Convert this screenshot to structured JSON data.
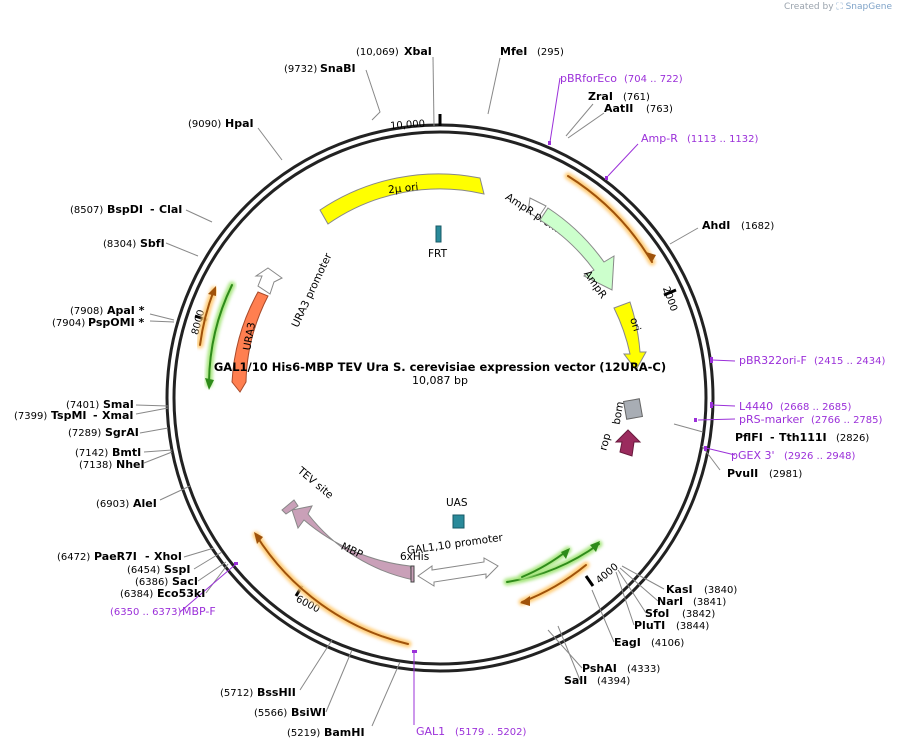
{
  "app": {
    "credit_prefix": "Created by",
    "credit_brand": "SnapGene"
  },
  "plasmid": {
    "title": "GAL1/10 His6-MBP TEV Ura S. cerevisiae expression vector (12URA-C)",
    "length_label": "10,087 bp",
    "ticks": [
      "2000",
      "4000",
      "6000",
      "8000",
      "10,000"
    ]
  },
  "colors": {
    "backbone": "#222222",
    "primer": "#9b30d9",
    "yellow_feature": "#ffff00",
    "ampr": "#ccffcc",
    "ura3": "#ff7f50",
    "mbp": "#c9a0b8",
    "frt": "#2a8a9a",
    "uas": "#2a8a9a",
    "rop": "#9b2b5e",
    "bom": "#a8adb4",
    "orf_orange": "#a0520a",
    "orf_green": "#2e8b1a"
  },
  "features": {
    "two_micron": "2µ ori",
    "ampr_promoter": "AmpR promoter",
    "ampr": "AmpR",
    "ori": "ori",
    "bom": "bom",
    "rop": "rop",
    "frt": "FRT",
    "ura3": "URA3",
    "ura3_promoter": "URA3 promoter",
    "tev_site": "TEV site",
    "mbp": "MBP",
    "his6": "6xHis",
    "gal_promoter": "GAL1,10 promoter",
    "uas": "UAS"
  },
  "sites": [
    {
      "name": "XbaI",
      "pos": "(10,069)"
    },
    {
      "name": "MfeI",
      "pos": "(295)"
    },
    {
      "name": "SnaBI",
      "pos": "(9732)"
    },
    {
      "name": "ZraI",
      "pos": "(761)"
    },
    {
      "name": "AatII",
      "pos": "(763)"
    },
    {
      "name": "HpaI",
      "pos": "(9090)"
    },
    {
      "name": "AhdI",
      "pos": "(1682)"
    },
    {
      "name": "BspDI",
      "name2": "ClaI",
      "pos": "(8507)"
    },
    {
      "name": "SbfI",
      "pos": "(8304)"
    },
    {
      "name": "ApaI *",
      "pos": "(7908)"
    },
    {
      "name": "PspOMI *",
      "pos": "(7904)"
    },
    {
      "name": "PflFI",
      "name2": "Tth111I",
      "pos": "(2826)"
    },
    {
      "name": "PvuII",
      "pos": "(2981)"
    },
    {
      "name": "SmaI",
      "pos": "(7401)"
    },
    {
      "name": "TspMI",
      "name2": "XmaI",
      "pos": "(7399)"
    },
    {
      "name": "SgrAI",
      "pos": "(7289)"
    },
    {
      "name": "BmtI",
      "pos": "(7142)"
    },
    {
      "name": "NheI",
      "pos": "(7138)"
    },
    {
      "name": "AleI",
      "pos": "(6903)"
    },
    {
      "name": "PaeR7I",
      "name2": "XhoI",
      "pos": "(6472)"
    },
    {
      "name": "SspI",
      "pos": "(6454)"
    },
    {
      "name": "SacI",
      "pos": "(6386)"
    },
    {
      "name": "Eco53kI",
      "pos": "(6384)"
    },
    {
      "name": "KasI",
      "pos": "(3840)"
    },
    {
      "name": "NarI",
      "pos": "(3841)"
    },
    {
      "name": "SfoI",
      "pos": "(3842)"
    },
    {
      "name": "PluTI",
      "pos": "(3844)"
    },
    {
      "name": "EagI",
      "pos": "(4106)"
    },
    {
      "name": "PshAI",
      "pos": "(4333)"
    },
    {
      "name": "SalI",
      "pos": "(4394)"
    },
    {
      "name": "BssHII",
      "pos": "(5712)"
    },
    {
      "name": "BsiWI",
      "pos": "(5566)"
    },
    {
      "name": "BamHI",
      "pos": "(5219)"
    }
  ],
  "primers": [
    {
      "name": "pBRforEco",
      "range": "(704 .. 722)"
    },
    {
      "name": "Amp-R",
      "range": "(1113 .. 1132)"
    },
    {
      "name": "pBR322ori-F",
      "range": "(2415 .. 2434)"
    },
    {
      "name": "L4440",
      "range": "(2668 .. 2685)"
    },
    {
      "name": "pRS-marker",
      "range": "(2766 .. 2785)"
    },
    {
      "name": "pGEX 3'",
      "range": "(2926 .. 2948)"
    },
    {
      "name": "MBP-F",
      "range": "(6350 .. 6373)"
    },
    {
      "name": "GAL1",
      "range": "(5179 .. 5202)"
    }
  ]
}
